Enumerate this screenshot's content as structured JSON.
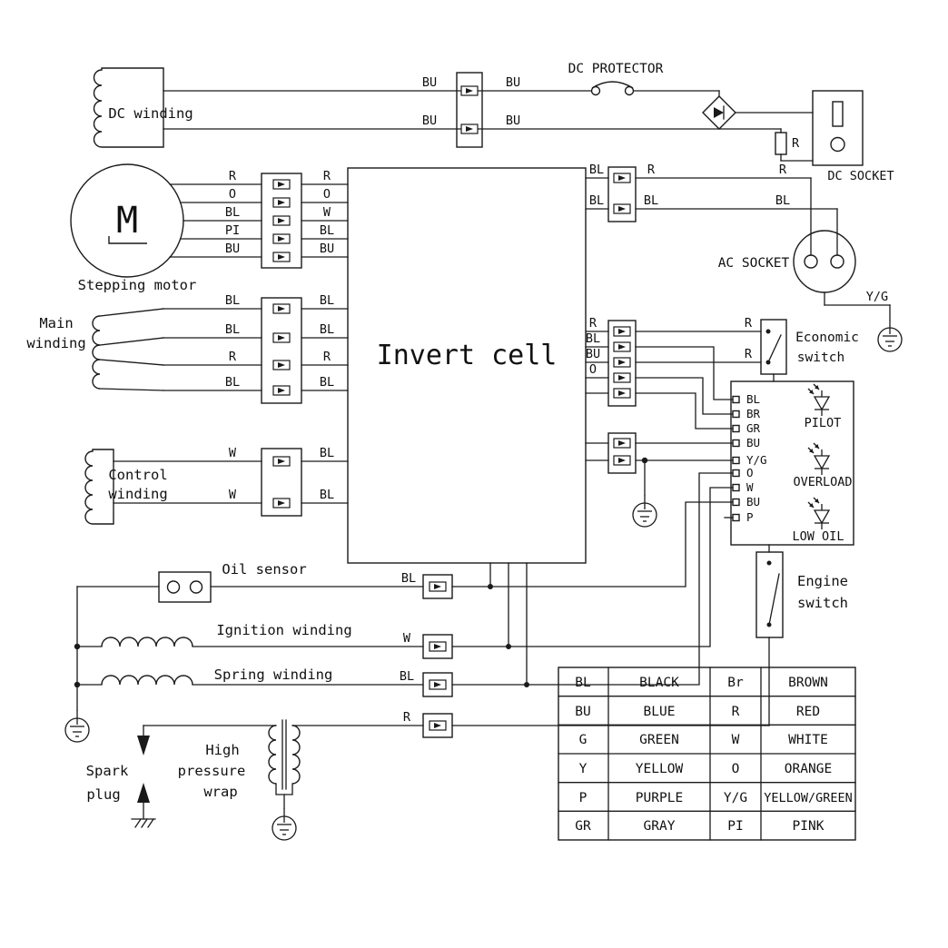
{
  "diagram": {
    "labels": {
      "dc_winding": "DC winding",
      "dc_protector": "DC PROTECTOR",
      "dc_socket": "DC SOCKET",
      "stepping_motor": "Stepping motor",
      "motor_symbol": "M",
      "invert_cell": "Invert cell",
      "ac_socket": "AC SOCKET",
      "economic_line1": "Economic",
      "economic_line2": "switch",
      "main_line1": "Main",
      "main_line2": "winding",
      "control_line1": "Control",
      "control_line2": "winding",
      "pilot": "PILOT",
      "overload": "OVERLOAD",
      "low_oil": "LOW OIL",
      "oil_sensor": "Oil sensor",
      "ignition_winding": "Ignition winding",
      "spring_winding": "Spring winding",
      "engine_line1": "Engine",
      "engine_line2": "switch",
      "spark_line1": "Spark",
      "spark_line2": "plug",
      "hp_line1": "High",
      "hp_line2": "pressure",
      "hp_line3": "wrap",
      "yg_ground": "Y/G"
    },
    "wires": {
      "dc": [
        "BU",
        "BU",
        "BU",
        "BU"
      ],
      "dc_resistor": "R",
      "motor_left": [
        "R",
        "O",
        "BL",
        "PI",
        "BU"
      ],
      "motor_right": [
        "R",
        "O",
        "W",
        "BL",
        "BU"
      ],
      "acrow1": [
        "BL",
        "R",
        "R"
      ],
      "acrow2": [
        "BL",
        "BL",
        "BL"
      ],
      "main_left": [
        "BL",
        "BL",
        "R",
        "BL"
      ],
      "main_right": [
        "BL",
        "BL",
        "R",
        "BL"
      ],
      "mid": [
        "R",
        "BL",
        "BU",
        "O"
      ],
      "economic": [
        "R",
        "R"
      ],
      "panel": [
        "BL",
        "BR",
        "GR",
        "BU",
        "Y/G",
        "O",
        "W",
        "BU",
        "P"
      ],
      "control_left": [
        "W",
        "W"
      ],
      "control_right": [
        "BL",
        "BL"
      ],
      "oil": "BL",
      "ignition": "W",
      "spring": "BL",
      "hp": "R"
    }
  },
  "legend": {
    "rows": [
      [
        "BL",
        "BLACK",
        "Br",
        "BROWN"
      ],
      [
        "BU",
        "BLUE",
        "R",
        "RED"
      ],
      [
        "G",
        "GREEN",
        "W",
        "WHITE"
      ],
      [
        "Y",
        "YELLOW",
        "O",
        "ORANGE"
      ],
      [
        "P",
        "PURPLE",
        "Y/G",
        "YELLOW/GREEN"
      ],
      [
        "GR",
        "GRAY",
        "PI",
        "PINK"
      ]
    ]
  }
}
